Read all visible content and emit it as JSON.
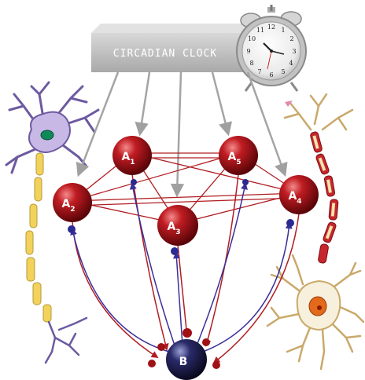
{
  "clock": {
    "title": "CIRCADIAN CLOCK",
    "numerals": [
      "12",
      "1",
      "2",
      "3",
      "4",
      "5",
      "6",
      "7",
      "8",
      "9",
      "10",
      "11"
    ]
  },
  "nodes": [
    {
      "id": "A1",
      "letter": "A",
      "sub": "1"
    },
    {
      "id": "A2",
      "letter": "A",
      "sub": "2"
    },
    {
      "id": "A3",
      "letter": "A",
      "sub": "3"
    },
    {
      "id": "A4",
      "letter": "A",
      "sub": "4"
    },
    {
      "id": "A5",
      "letter": "A",
      "sub": "5"
    },
    {
      "id": "B",
      "letter": "B",
      "sub": ""
    }
  ],
  "colors": {
    "node_red": "#9a0f14",
    "node_blue": "#14143c",
    "connection_red": "#b01e22",
    "connection_blue": "#3a2f9a",
    "terminal_blue": "#2a2a90",
    "terminal_red": "#a01015",
    "clock_arrow": "#a8a8a8",
    "clock_box": "#bdbdbd"
  },
  "icons": [
    "neuron-left-icon",
    "neuron-right-icon",
    "alarm-clock-icon"
  ]
}
